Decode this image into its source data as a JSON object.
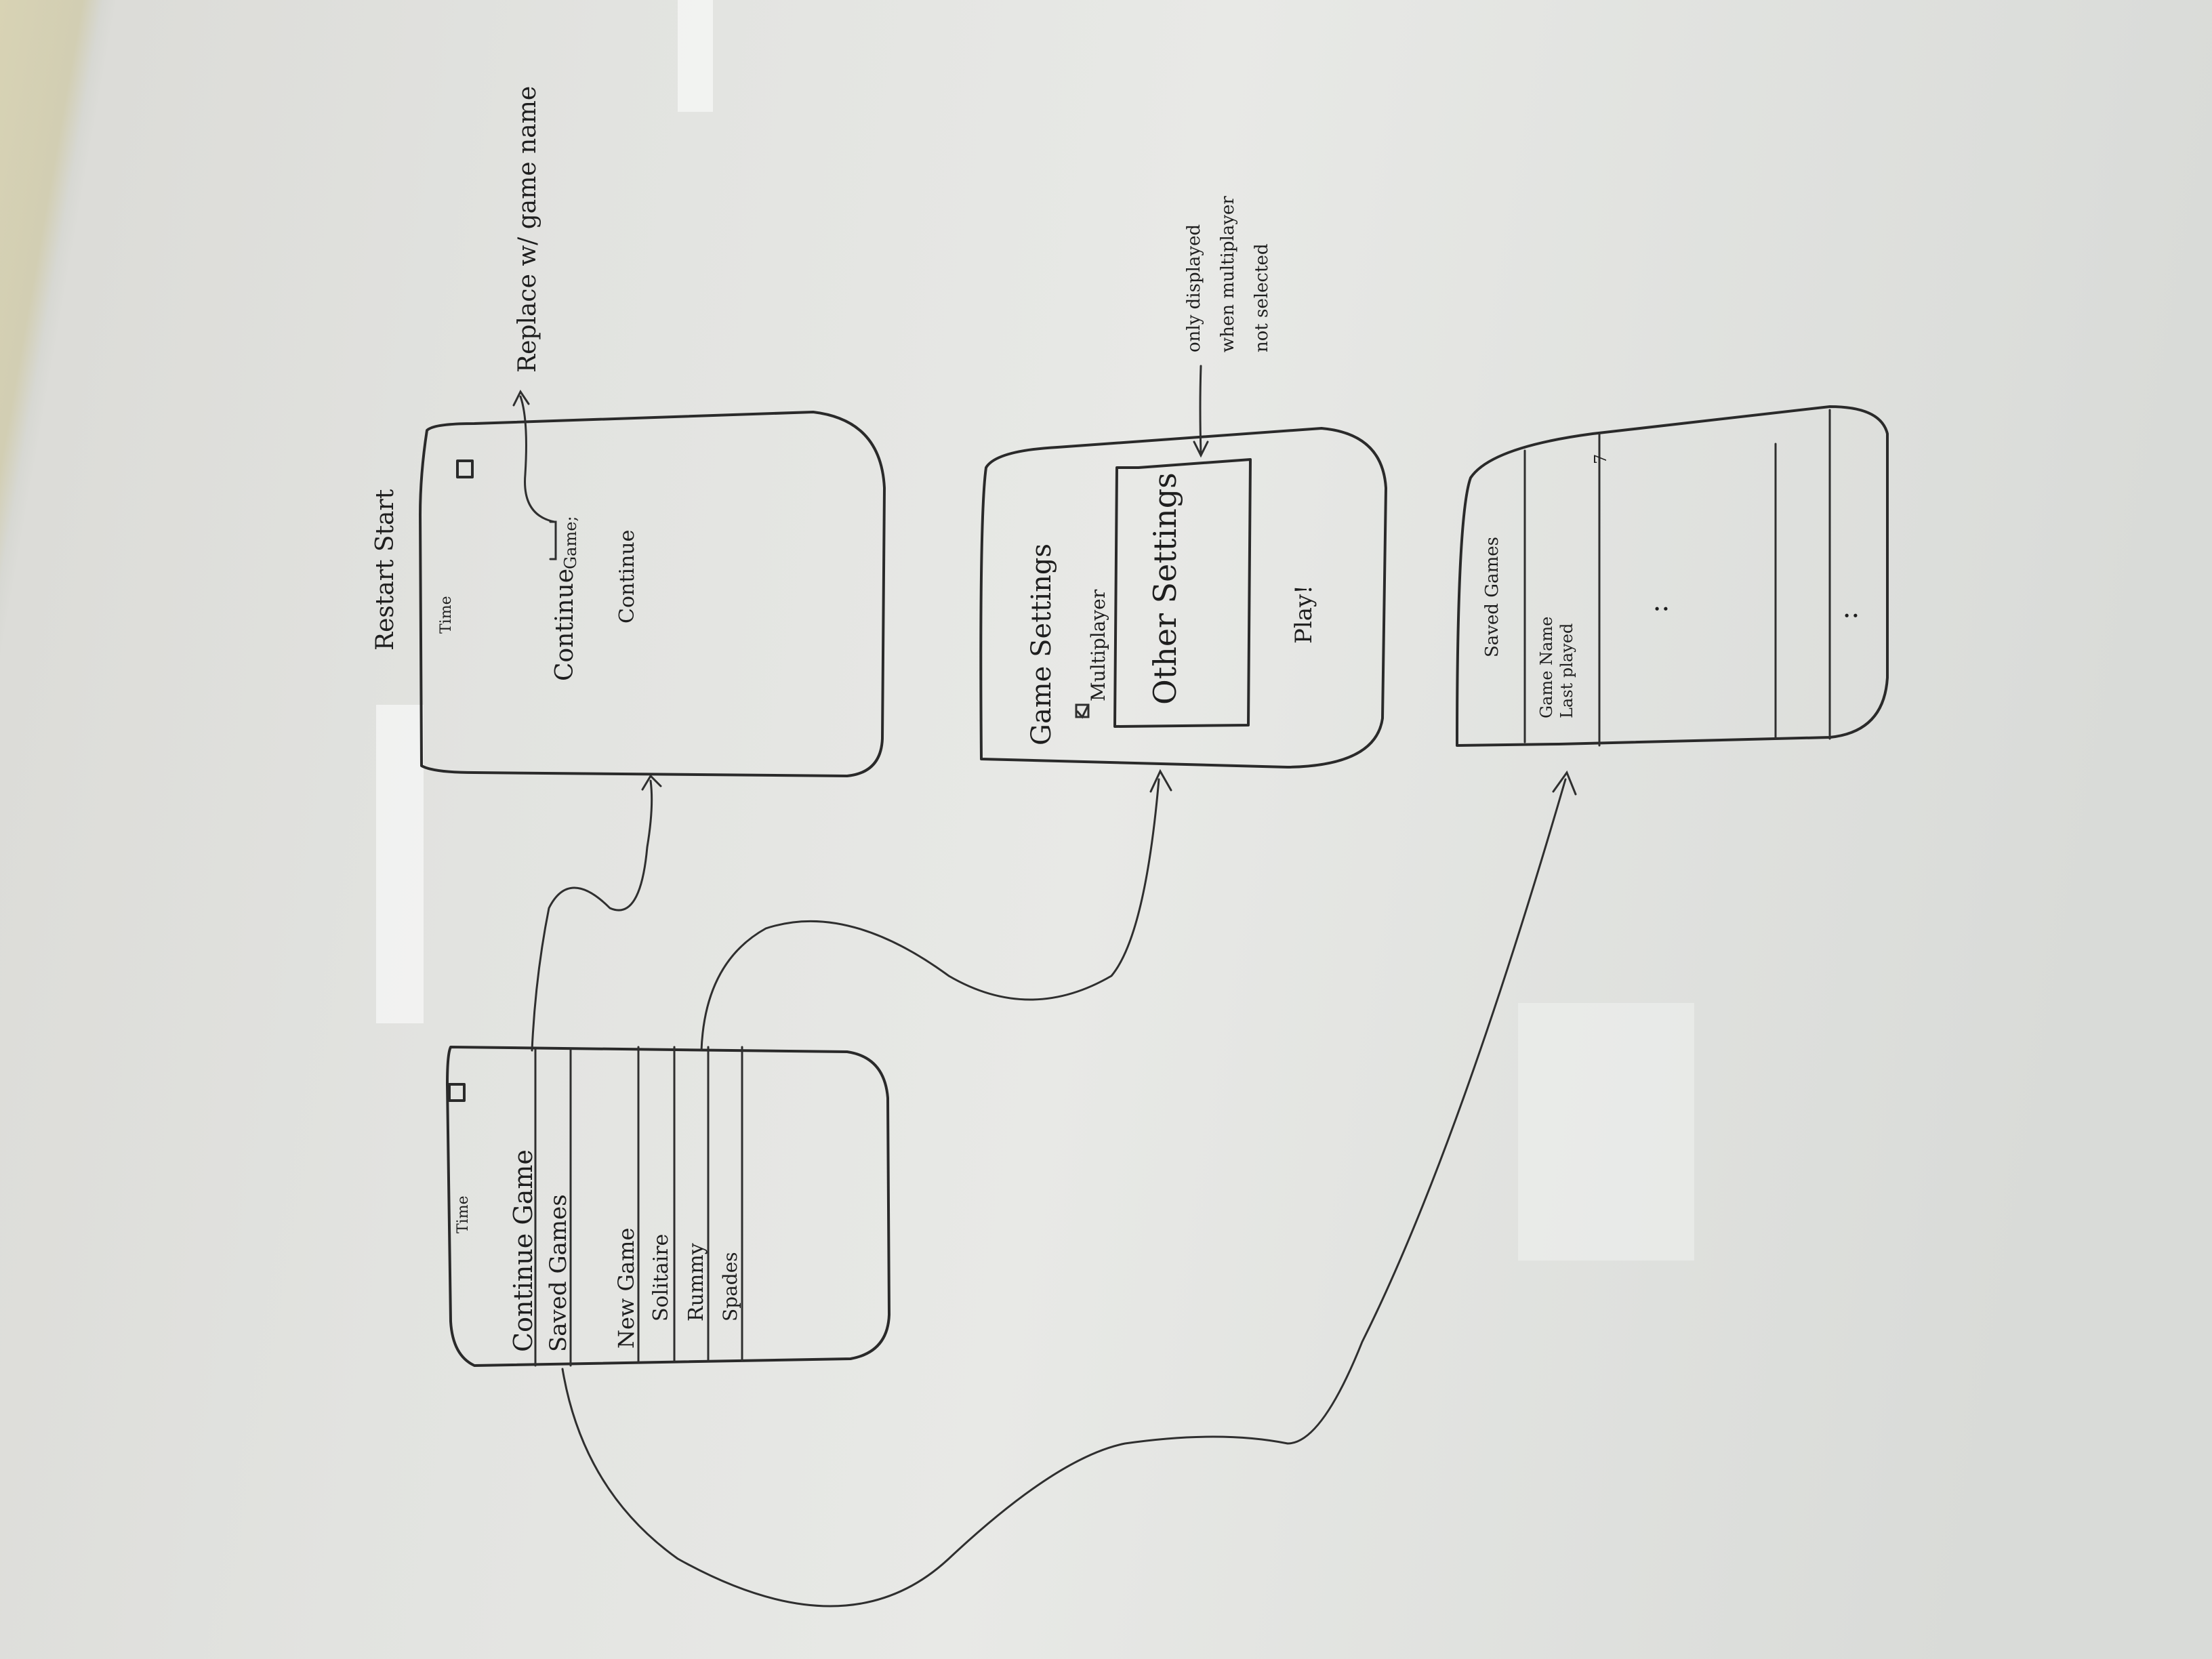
{
  "whiteboard": {
    "frame_a": {
      "icon": "app-icon",
      "time_label": "Time",
      "menu_items": [
        "Continue Game",
        "Saved Games",
        "New Game",
        "Solitaire",
        "Rummy",
        "Spades"
      ]
    },
    "frame_b": {
      "heading": "Restart Start",
      "icon": "app-icon",
      "time_label": "Time",
      "line1": "Continue",
      "bracket_text": "Game;",
      "line2": "Continue",
      "annotation": "Replace w/ game name"
    },
    "frame_c": {
      "heading": "Game Settings",
      "checkbox_label": "Multiplayer",
      "inner_label": "Other Settings",
      "play_label": "Play!",
      "annotation": [
        "only displayed",
        "when multiplayer",
        "not selected"
      ]
    },
    "frame_d": {
      "heading": "Saved Games",
      "row_label": [
        "Game Name",
        "Last played"
      ],
      "row_marker": "7",
      "ellipsis": ":"
    }
  }
}
